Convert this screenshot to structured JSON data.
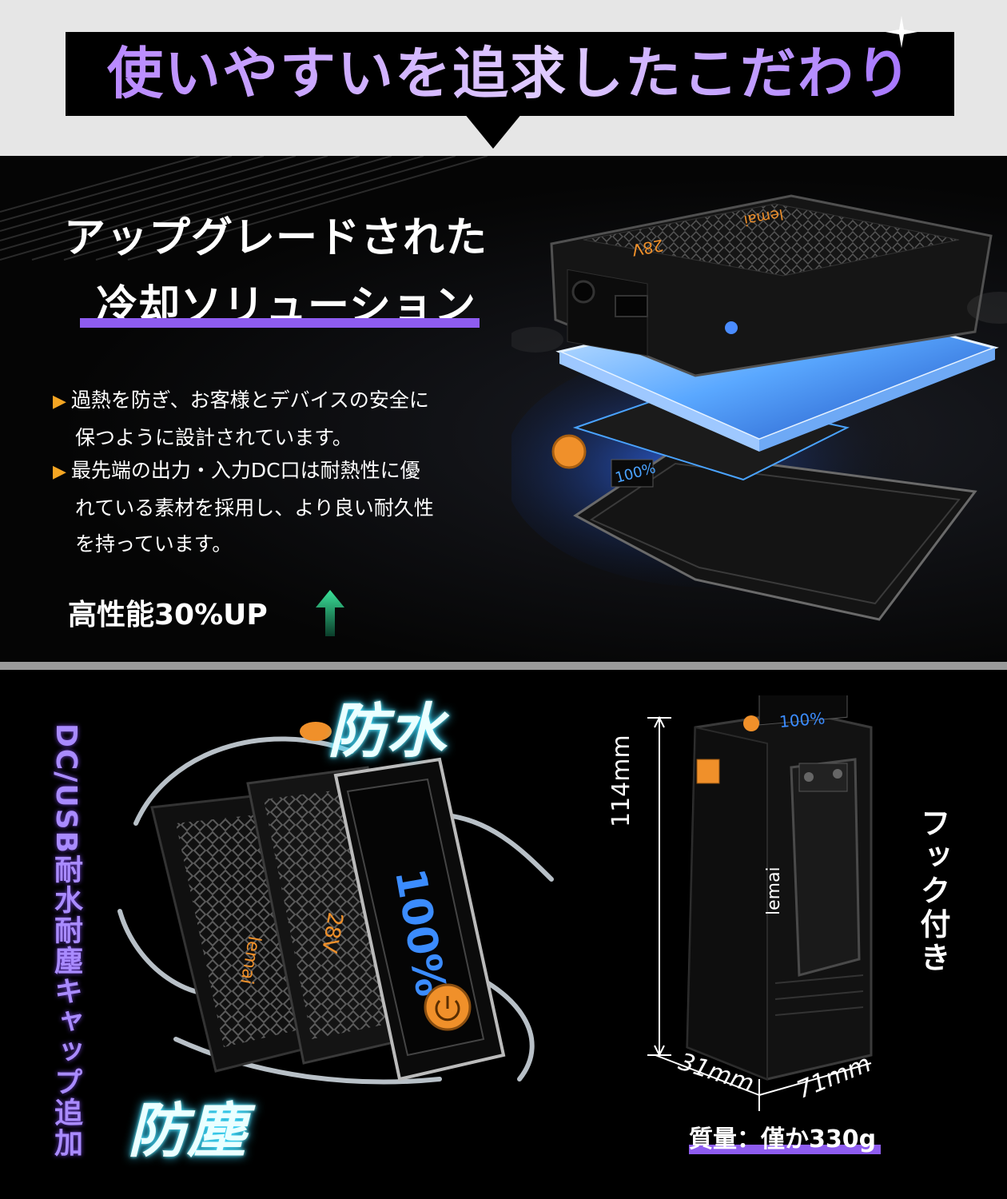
{
  "header": {
    "title": "使いやすいを追求したこだわり"
  },
  "cooling": {
    "heading_line1": "アップグレードされた",
    "heading_line2": "冷却ソリューション",
    "bullets": [
      {
        "line1": "過熱を防ぎ、お客様とデバイスの安全に",
        "line2": "保つように設計されています。",
        "line3": ""
      },
      {
        "line1": "最先端の出力・入力DC口は耐熱性に優",
        "line2": "れている素材を採用し、より良い耐久性",
        "line3": "を持っています。"
      }
    ],
    "performance": "高性能30%UP",
    "device_display": "100%",
    "device_voltage": "28V",
    "brand": "lemai"
  },
  "features": {
    "side_caption": "DC/USB耐水耐塵キャップ追加",
    "waterproof": "防水",
    "dustproof": "防塵",
    "device_display": "100%",
    "device_voltage": "28V",
    "brand": "lemai",
    "dimension_height": "114mm",
    "dimension_depth": "31mm",
    "dimension_width": "71mm",
    "hook_label": "フック付き",
    "weight": "質量：僅か330g"
  },
  "colors": {
    "accent_purple": "#8e5cf0",
    "arrow_orange": "#f5a623",
    "glow_cyan": "#33d6ff",
    "device_orange": "#f0902a"
  }
}
